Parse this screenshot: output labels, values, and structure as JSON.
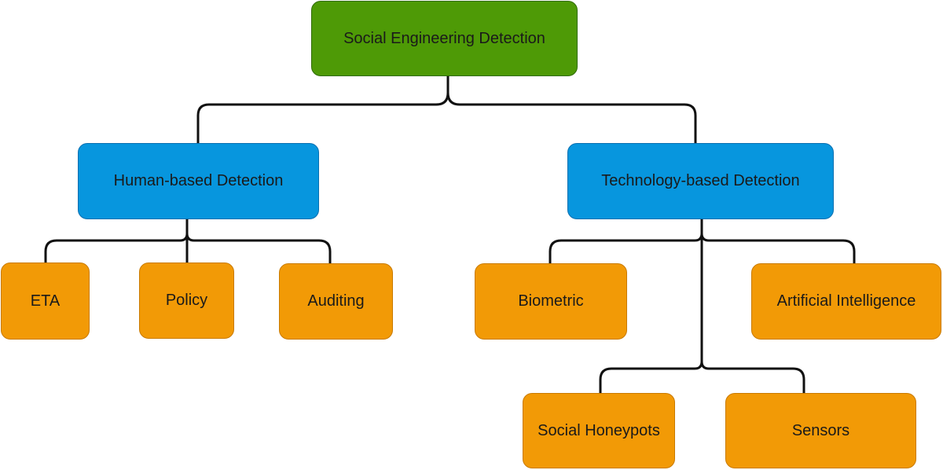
{
  "diagram": {
    "root": {
      "label": "Social Engineering Detection"
    },
    "human": {
      "label": "Human-based Detection",
      "children": [
        "ETA",
        "Policy",
        "Auditing"
      ]
    },
    "technology": {
      "label": "Technology-based Detection",
      "children": [
        "Biometric",
        "Artificial Intelligence",
        "Social Honeypots",
        "Sensors"
      ]
    }
  },
  "colors": {
    "root_fill": "#4e9a06",
    "mid_fill": "#0796de",
    "leaf_fill": "#f29a06",
    "connector": "#111111"
  }
}
